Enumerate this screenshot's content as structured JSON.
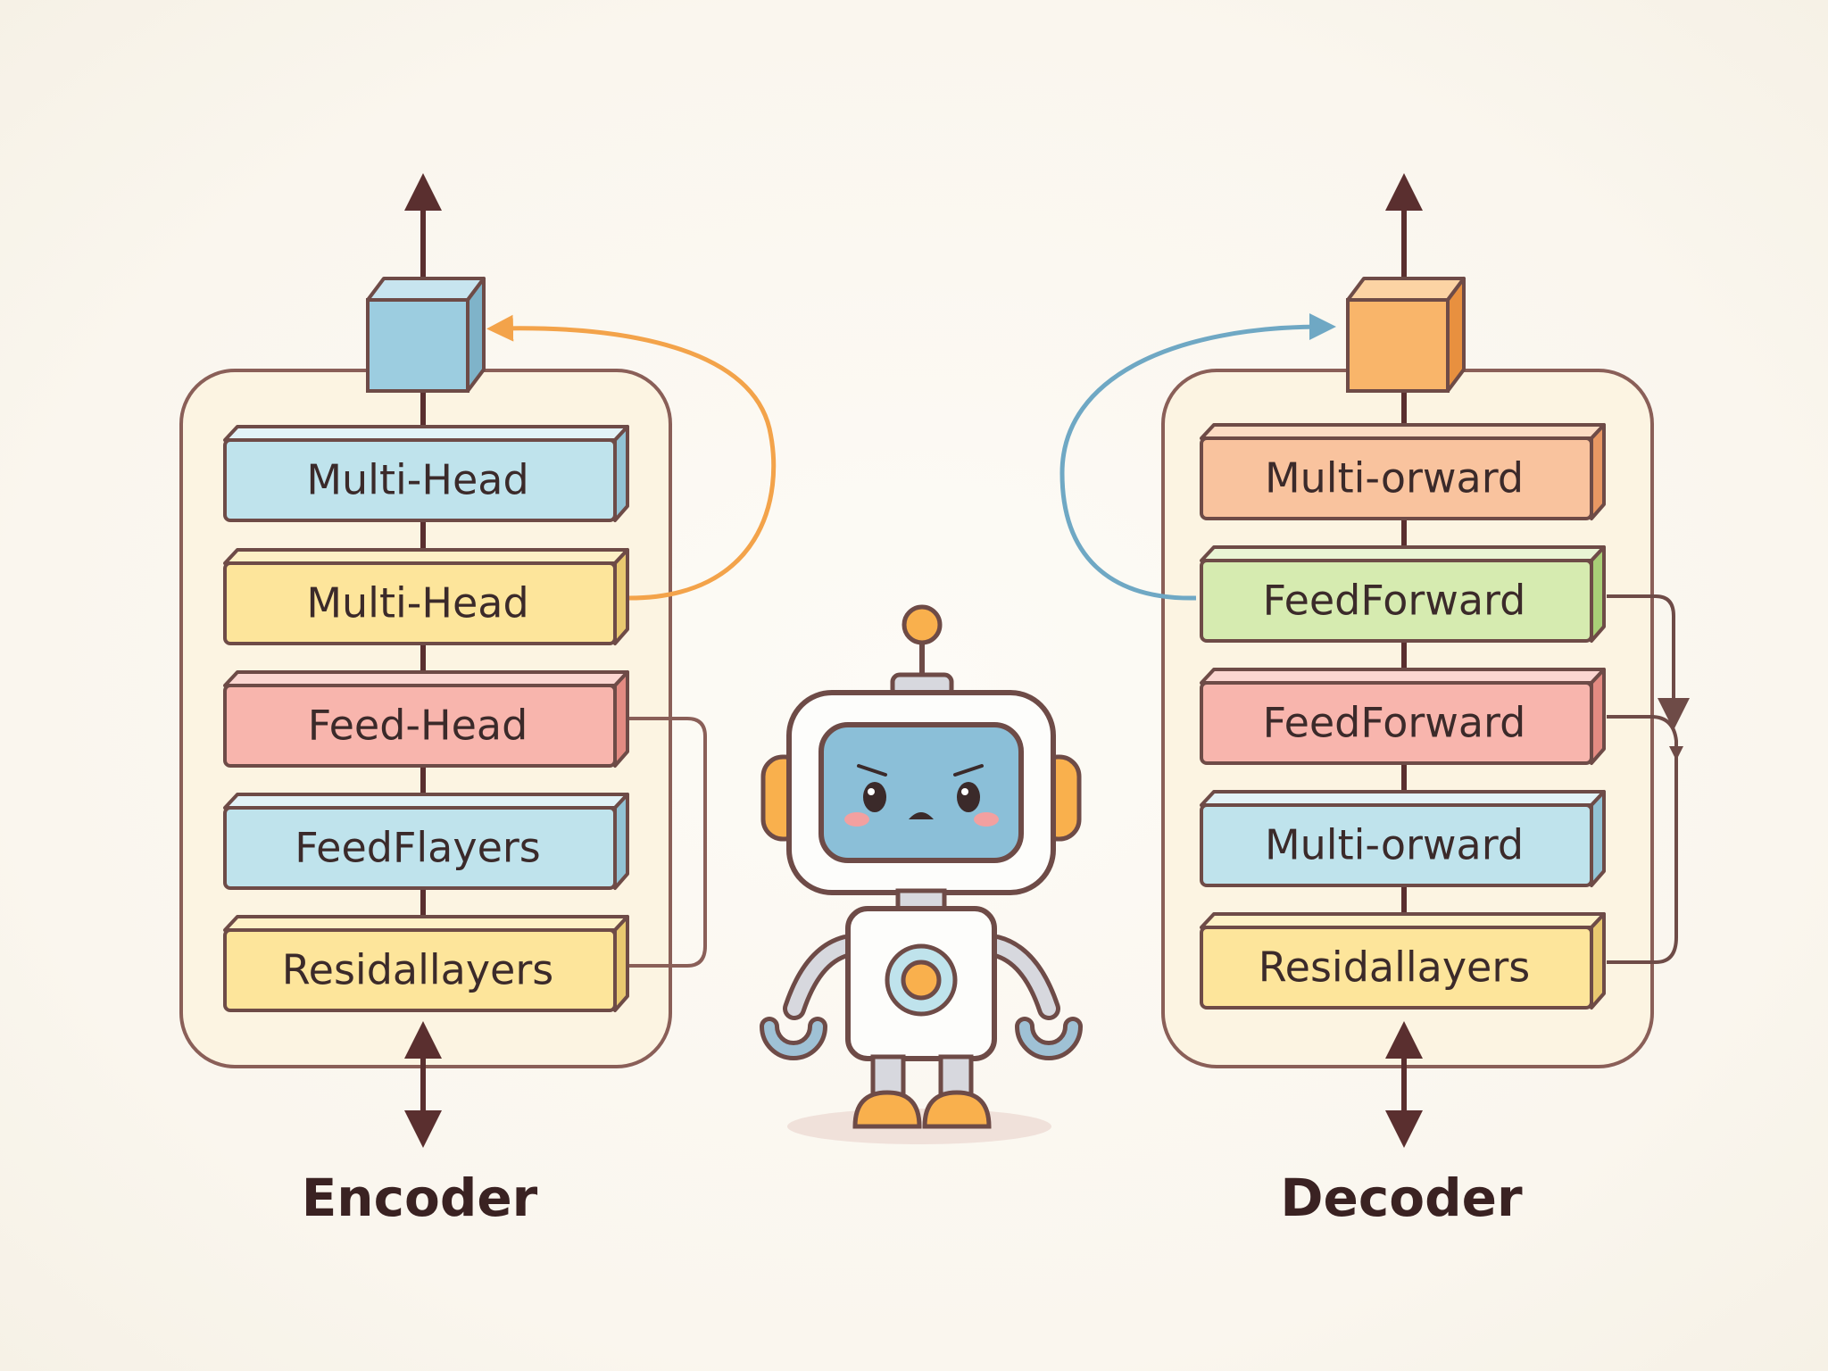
{
  "encoder": {
    "title": "Encoder",
    "blocks": [
      "Multi-Head",
      "Multi-Head",
      "Feed-Head",
      "FeedFlayers",
      "Residallayers"
    ],
    "block_colors": [
      "#bfe3ec",
      "#fde59b",
      "#f8b5ad",
      "#bfe3ec",
      "#fde59b"
    ],
    "cube_color": "#9ccde0"
  },
  "decoder": {
    "title": "Decoder",
    "blocks": [
      "Multi-orward",
      "FeedForward",
      "FeedForward",
      "Multi-orward",
      "Residallayers"
    ],
    "block_colors": [
      "#f9c39e",
      "#d6ebb0",
      "#f8b5ad",
      "#bfe3ec",
      "#fde59b"
    ],
    "cube_color": "#f9b56a"
  },
  "colors": {
    "outline": "#6e4b47",
    "panel_fill": "#fcf4e2",
    "arrow": "#5a2f2f",
    "loop_orange": "#f3a34a",
    "loop_blue": "#6fa8c4"
  },
  "icons": {
    "robot": "robot-icon"
  }
}
